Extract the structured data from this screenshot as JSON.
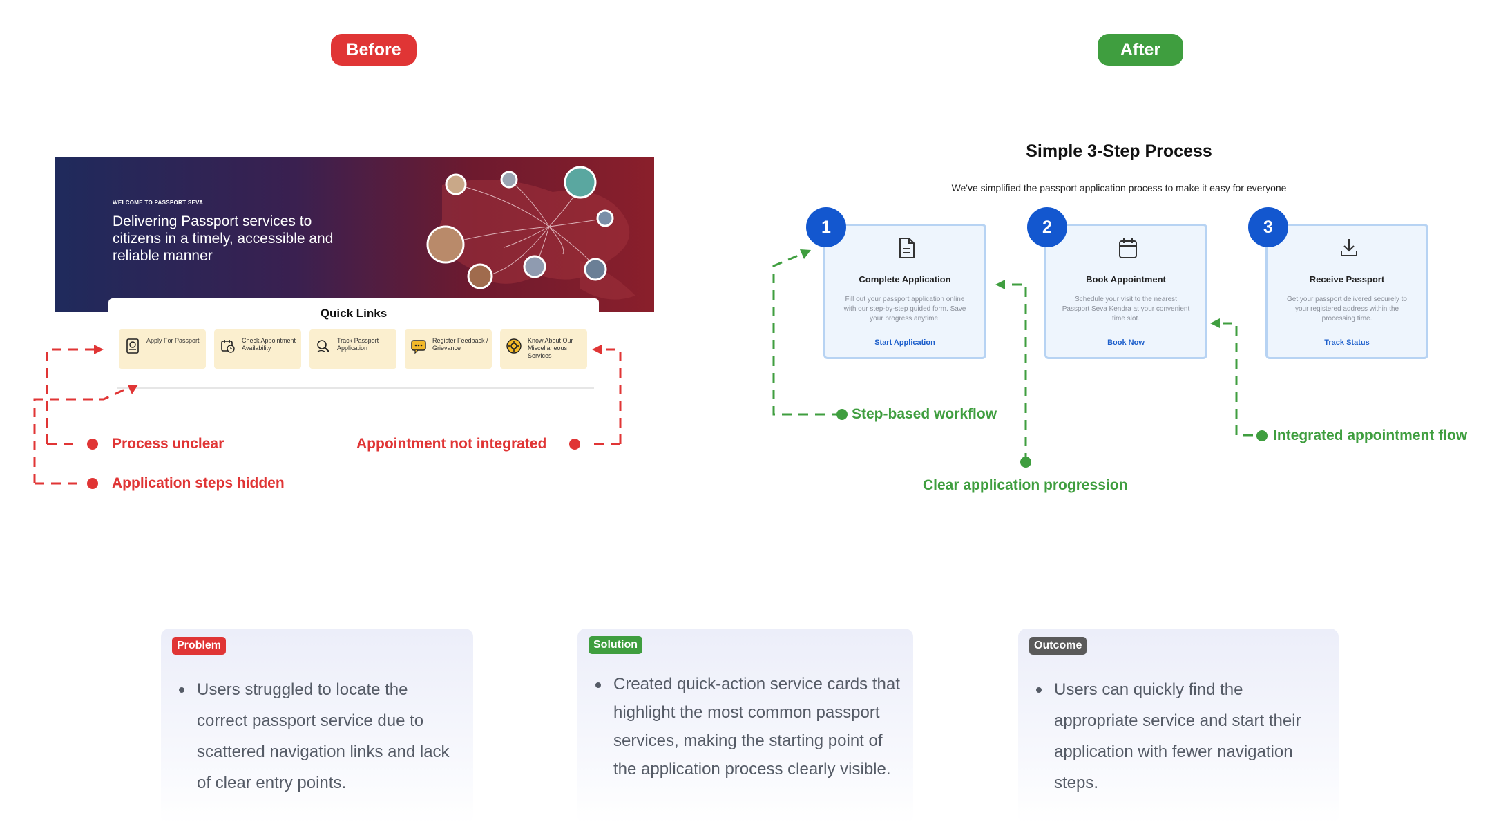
{
  "labels": {
    "before": "Before",
    "after": "After"
  },
  "colors": {
    "before_pill": "#e03535",
    "after_pill": "#3f9e3f",
    "step_badge": "#1357cf",
    "problem_tag": "#e03535",
    "solution_tag": "#3f9e3f",
    "outcome_tag": "#5a5a5a"
  },
  "before": {
    "banner": {
      "welcome": "WELCOME TO PASSPORT SEVA",
      "headline": "Delivering Passport services to citizens in a timely, accessible and reliable manner"
    },
    "quick_links": {
      "title": "Quick Links",
      "items": [
        {
          "label": "Apply For Passport",
          "icon": "passport-icon"
        },
        {
          "label": "Check Appointment Availability",
          "icon": "calendar-clock-icon"
        },
        {
          "label": "Track Passport Application",
          "icon": "track-icon"
        },
        {
          "label": "Register Feedback / Grievance",
          "icon": "feedback-icon"
        },
        {
          "label": "Know About Our Miscellaneous Services",
          "icon": "services-icon"
        }
      ]
    },
    "annotations": {
      "process_unclear": "Process unclear",
      "steps_hidden": "Application steps hidden",
      "appointment_not_integrated": "Appointment not integrated"
    }
  },
  "after": {
    "title": "Simple 3-Step Process",
    "subtitle": "We've simplified the passport application process to make it easy for everyone",
    "steps": [
      {
        "number": "1",
        "title": "Complete Application",
        "description": "Fill out your passport application online with our step-by-step guided form. Save your progress anytime.",
        "link": "Start Application",
        "icon": "document-icon"
      },
      {
        "number": "2",
        "title": "Book Appointment",
        "description": "Schedule your visit to the nearest Passport Seva Kendra at your convenient time slot.",
        "link": "Book Now",
        "icon": "calendar-icon"
      },
      {
        "number": "3",
        "title": "Receive Passport",
        "description": "Get your passport delivered securely to your registered address within the processing time.",
        "link": "Track Status",
        "icon": "download-icon"
      }
    ],
    "annotations": {
      "step_based": "Step-based workflow",
      "clear_progression": "Clear application progression",
      "integrated_flow": "Integrated appointment flow"
    }
  },
  "summary": [
    {
      "tag": "Problem",
      "text": "Users struggled to locate the correct passport service due to scattered navigation links and lack of clear entry points."
    },
    {
      "tag": "Solution",
      "text": "Created quick-action service cards that highlight the most common passport services, making the starting point of the application process clearly visible."
    },
    {
      "tag": "Outcome",
      "text": "Users can quickly find the appropriate service and start their application with fewer navigation steps."
    }
  ]
}
